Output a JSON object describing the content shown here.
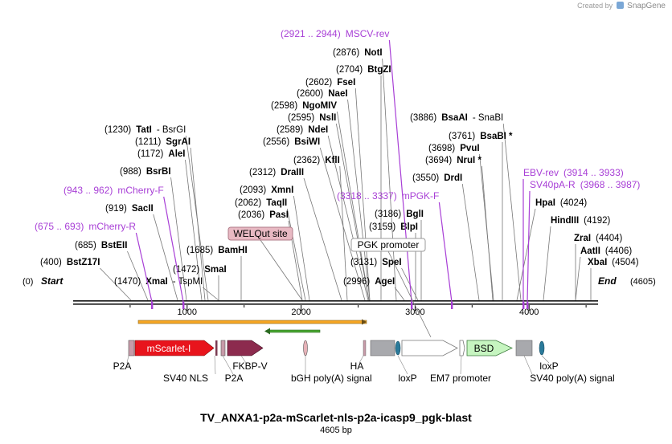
{
  "branding": {
    "created_by": "Created by",
    "app": "SnapGene",
    "logo_icon": "snapgene-logo-icon"
  },
  "plasmid": {
    "name": "TV_ANXA1-p2a-mScarlet-nls-p2a-icasp9_pgk-blast",
    "length_label": "4605 bp",
    "length_bp": 4605
  },
  "colors": {
    "enzyme": "#000000",
    "primer": "#a83fd6",
    "primer_line": "#a83fd6",
    "backbone": "#111111",
    "mscarlet": "#e8141c",
    "fkbp": "#8c2b4e",
    "bsd": "#c6f5c0",
    "orange_bar": "#f6a623",
    "green_bar": "#4aa832"
  },
  "ticks": [
    {
      "label": "1000",
      "bp": 1000
    },
    {
      "label": "2000",
      "bp": 2000
    },
    {
      "label": "3000",
      "bp": 3000
    },
    {
      "label": "4000",
      "bp": 4000
    }
  ],
  "ends": {
    "start_pos": "(0)",
    "start": "Start",
    "end": "End",
    "end_pos": "(4605)"
  },
  "labels": [
    {
      "kind": "enzyme",
      "pos": "(2876)",
      "name": "NotI",
      "bp": 2876
    },
    {
      "kind": "enzyme",
      "pos": "(2704)",
      "name": "BtgZI",
      "bp": 2704
    },
    {
      "kind": "enzyme",
      "pos": "(2602)",
      "name": "FseI",
      "bp": 2602
    },
    {
      "kind": "enzyme",
      "pos": "(2600)",
      "name": "NaeI",
      "bp": 2600
    },
    {
      "kind": "enzyme",
      "pos": "(2598)",
      "name": "NgoMIV",
      "bp": 2598
    },
    {
      "kind": "enzyme",
      "pos": "(2595)",
      "name": "NslI",
      "bp": 2595
    },
    {
      "kind": "enzyme",
      "pos": "(2589)",
      "name": "NdeI",
      "bp": 2589
    },
    {
      "kind": "enzyme",
      "pos": "(2556)",
      "name": "BsiWI",
      "bp": 2556
    },
    {
      "kind": "enzyme",
      "pos": "(2362)",
      "name": "KflI",
      "bp": 2362
    },
    {
      "kind": "enzyme",
      "pos": "(2312)",
      "name": "DraIII",
      "bp": 2312
    },
    {
      "kind": "enzyme",
      "pos": "(2093)",
      "name": "XmnI",
      "bp": 2093
    },
    {
      "kind": "enzyme",
      "pos": "(2062)",
      "name": "TaqII",
      "bp": 2062
    },
    {
      "kind": "enzyme",
      "pos": "(2036)",
      "name": "PasI",
      "bp": 2036
    },
    {
      "kind": "enzyme",
      "pos": "(1230)",
      "name": "TatI",
      "extra": "BsrGI",
      "bp": 1230
    },
    {
      "kind": "enzyme",
      "pos": "(1211)",
      "name": "SgrAI",
      "bp": 1211
    },
    {
      "kind": "enzyme",
      "pos": "(1172)",
      "name": "AleI",
      "bp": 1172
    },
    {
      "kind": "enzyme",
      "pos": "(988)",
      "name": "BsrBI",
      "bp": 988
    },
    {
      "kind": "enzyme",
      "pos": "(919)",
      "name": "SacII",
      "bp": 919
    },
    {
      "kind": "enzyme",
      "pos": "(685)",
      "name": "BstEII",
      "bp": 685
    },
    {
      "kind": "enzyme",
      "pos": "(400)",
      "name": "BstZ17I",
      "bp": 400
    },
    {
      "kind": "enzyme",
      "pos": "(1470)",
      "name": "XmaI",
      "extra": "TspMI",
      "bp": 1470
    },
    {
      "kind": "enzyme",
      "pos": "(1472)",
      "name": "SmaI",
      "bp": 1472
    },
    {
      "kind": "enzyme",
      "pos": "(1685)",
      "name": "BamHI",
      "bp": 1685
    },
    {
      "kind": "enzyme",
      "pos": "(3886)",
      "name": "BsaAI",
      "extra": "SnaBI",
      "bp": 3886
    },
    {
      "kind": "enzyme",
      "pos": "(3761)",
      "name": "BsaBI *",
      "bp": 3761
    },
    {
      "kind": "enzyme",
      "pos": "(3698)",
      "name": "PvuI",
      "bp": 3698
    },
    {
      "kind": "enzyme",
      "pos": "(3694)",
      "name": "NruI *",
      "bp": 3694
    },
    {
      "kind": "enzyme",
      "pos": "(3550)",
      "name": "DrdI",
      "bp": 3550
    },
    {
      "kind": "enzyme",
      "pos": "(3186)",
      "name": "BglI",
      "bp": 3186
    },
    {
      "kind": "enzyme",
      "pos": "(3159)",
      "name": "BlpI",
      "bp": 3159
    },
    {
      "kind": "enzyme",
      "pos": "(3131)",
      "name": "SpeI",
      "bp": 3131
    },
    {
      "kind": "enzyme",
      "pos": "(2996)",
      "name": "AgeI",
      "bp": 2996
    },
    {
      "kind": "enzyme",
      "name": "HpaI",
      "pos": "(4024)",
      "bp": 4024
    },
    {
      "kind": "enzyme",
      "name": "HindIII",
      "pos": "(4192)",
      "bp": 4192
    },
    {
      "kind": "enzyme",
      "name": "ZraI",
      "pos": "(4404)",
      "bp": 4404
    },
    {
      "kind": "enzyme",
      "name": "AatII",
      "pos": "(4406)",
      "bp": 4406
    },
    {
      "kind": "enzyme",
      "name": "XbaI",
      "pos": "(4504)",
      "bp": 4504
    },
    {
      "kind": "primer",
      "range": "(2921 .. 2944)",
      "name": "MSCV-rev",
      "bp": 2930
    },
    {
      "kind": "primer",
      "range": "(943 .. 962)",
      "name": "mCherry-F",
      "bp": 952
    },
    {
      "kind": "primer",
      "range": "(675 .. 693)",
      "name": "mCherry-R",
      "bp": 684
    },
    {
      "kind": "primer",
      "range": "(3318 .. 3337)",
      "name": "mPGK-F",
      "bp": 3327
    },
    {
      "kind": "primer",
      "name": "EBV-rev",
      "range": "(3914 .. 3933)",
      "bp": 3923
    },
    {
      "kind": "primer",
      "name": "SV40pA-R",
      "range": "(3968 .. 3987)",
      "bp": 3977
    }
  ],
  "site_boxes": [
    {
      "label": "WELQut site",
      "style": "pink"
    },
    {
      "label": "PGK promoter",
      "style": "white"
    }
  ],
  "features": [
    {
      "name": "P2A"
    },
    {
      "name": "mScarlet-I"
    },
    {
      "name": "SV40 NLS"
    },
    {
      "name": "P2A"
    },
    {
      "name": "FKBP-V"
    },
    {
      "name": "bGH poly(A) signal"
    },
    {
      "name": "HA"
    },
    {
      "name": "loxP"
    },
    {
      "name": "EM7 promoter"
    },
    {
      "name": "BSD"
    },
    {
      "name": "SV40 poly(A) signal"
    },
    {
      "name": "loxP"
    }
  ]
}
